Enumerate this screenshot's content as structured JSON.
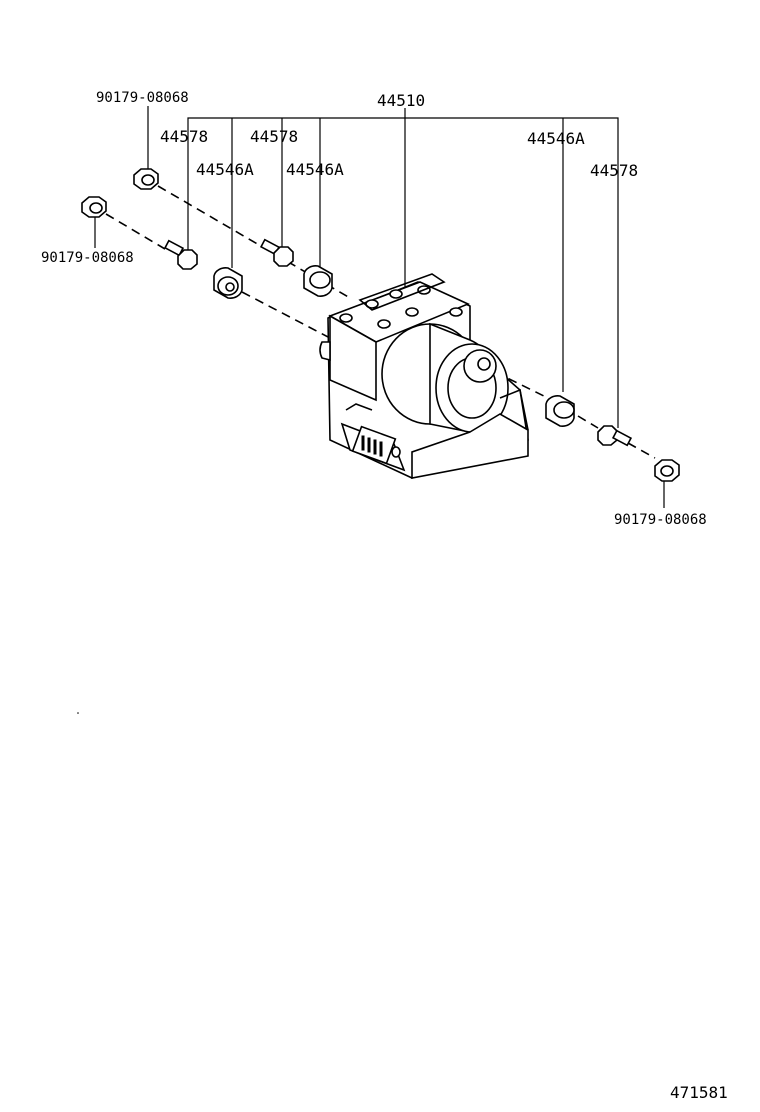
{
  "labels": {
    "assembly": "44510",
    "nut_top_left": "90179-08068",
    "nut_mid_left": "90179-08068",
    "nut_bottom_right": "90179-08068",
    "bolt_left_1": "44578",
    "bolt_left_2": "44578",
    "bolt_right": "44578",
    "bushing_left_1": "44546A",
    "bushing_left_2": "44546A",
    "bushing_right": "44546A",
    "illustration_number": "471581"
  }
}
